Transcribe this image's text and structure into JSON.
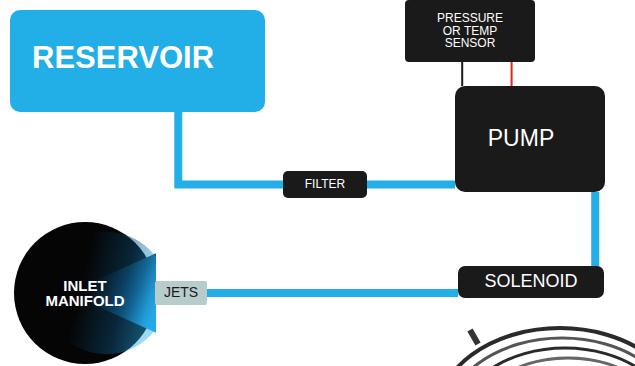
{
  "diagram": {
    "nodes": [
      {
        "text": [
          "RESERVOIR"
        ]
      },
      {
        "text": [
          "PRESSURE OR TEMP SENSOR"
        ]
      },
      {
        "text": [
          "PUMP"
        ]
      },
      {
        "text": [
          "FILTER"
        ]
      },
      {
        "text": [
          "INLET MANIFOLD"
        ]
      },
      {
        "text": [
          "JETS"
        ]
      },
      {
        "text": [
          "SOLENOID"
        ]
      }
    ],
    "edges": [
      {
        "from": 0,
        "to": 3,
        "arrow": "none"
      },
      {
        "from": 3,
        "to": 2,
        "arrow": "none"
      },
      {
        "from": 1,
        "to": 2,
        "arrow": "none"
      },
      {
        "from": 1,
        "to": 2,
        "arrow": "none"
      },
      {
        "from": 2,
        "to": 6,
        "arrow": "none"
      },
      {
        "from": 6,
        "to": 5,
        "arrow": "none"
      }
    ]
  }
}
